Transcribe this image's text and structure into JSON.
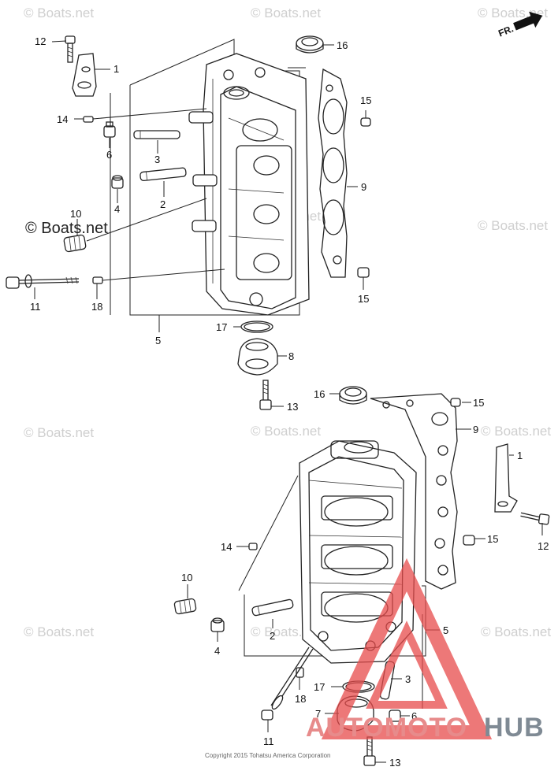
{
  "watermark": {
    "text": "© Boats.net"
  },
  "direction_indicator": {
    "label": "FR."
  },
  "upper_assembly": {
    "callouts": {
      "p1": "1",
      "p2": "2",
      "p3": "3",
      "p4": "4",
      "p5": "5",
      "p6": "6",
      "p8": "8",
      "p9": "9",
      "p10": "10",
      "p11": "11",
      "p12": "12",
      "p13": "13",
      "p14": "14",
      "p15a": "15",
      "p15b": "15",
      "p16": "16",
      "p17": "17",
      "p18": "18"
    }
  },
  "lower_assembly": {
    "callouts": {
      "p1": "1",
      "p2": "2",
      "p3": "3",
      "p4": "4",
      "p5": "5",
      "p6": "6",
      "p7": "7",
      "p9": "9",
      "p10": "10",
      "p11": "11",
      "p12": "12",
      "p13": "13",
      "p14": "14",
      "p15a": "15",
      "p15b": "15",
      "p16": "16",
      "p17": "17",
      "p18": "18"
    }
  },
  "footer": {
    "copyright": "Copyright 2015 Tohatsu America Corporation"
  },
  "brand": {
    "part1": "AUTOMOTO",
    "part2": "HUB",
    "logo_color": "#e74c4c",
    "text_color": "#5f6b77"
  }
}
